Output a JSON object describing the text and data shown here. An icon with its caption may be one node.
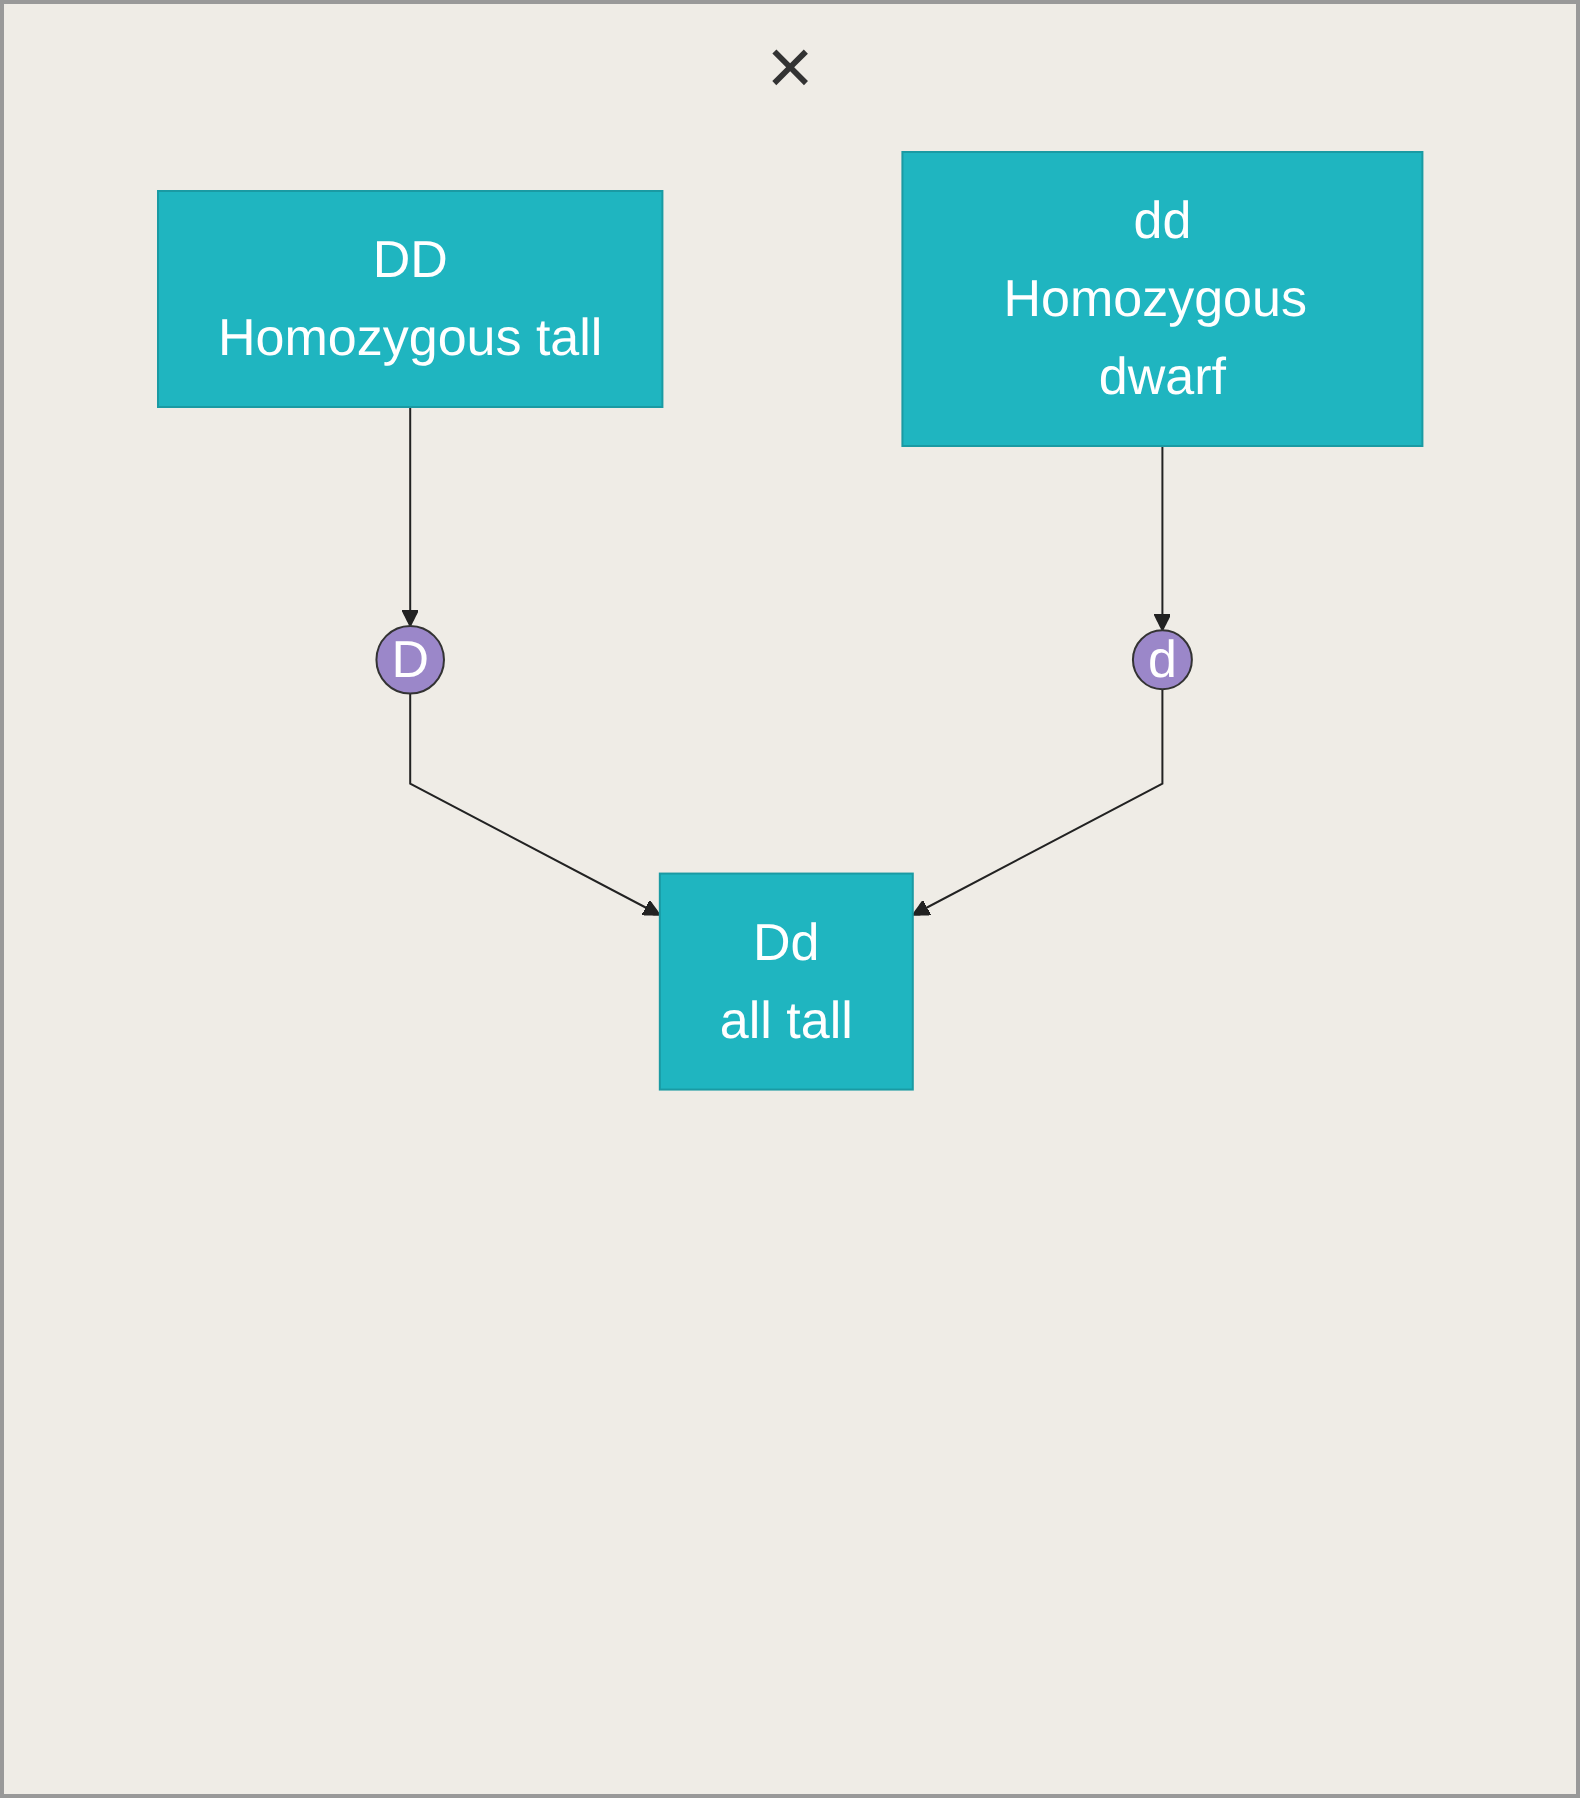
{
  "diagram": {
    "nodes": [
      {
        "text": [
          "DD",
          "Homozygous tall"
        ]
      },
      {
        "text": [
          "dd",
          "Homozygous dwarf"
        ]
      },
      {
        "text": [
          "D"
        ]
      },
      {
        "text": [
          "d"
        ]
      },
      {
        "text": [
          "Dd",
          "all tall"
        ]
      }
    ],
    "edges": [
      {
        "from": 0,
        "to": 2,
        "arrow": "to"
      },
      {
        "from": 1,
        "to": 3,
        "arrow": "to"
      },
      {
        "from": 2,
        "to": 4,
        "arrow": "to"
      },
      {
        "from": 3,
        "to": 4,
        "arrow": "to"
      }
    ],
    "labels": [
      "×"
    ]
  }
}
